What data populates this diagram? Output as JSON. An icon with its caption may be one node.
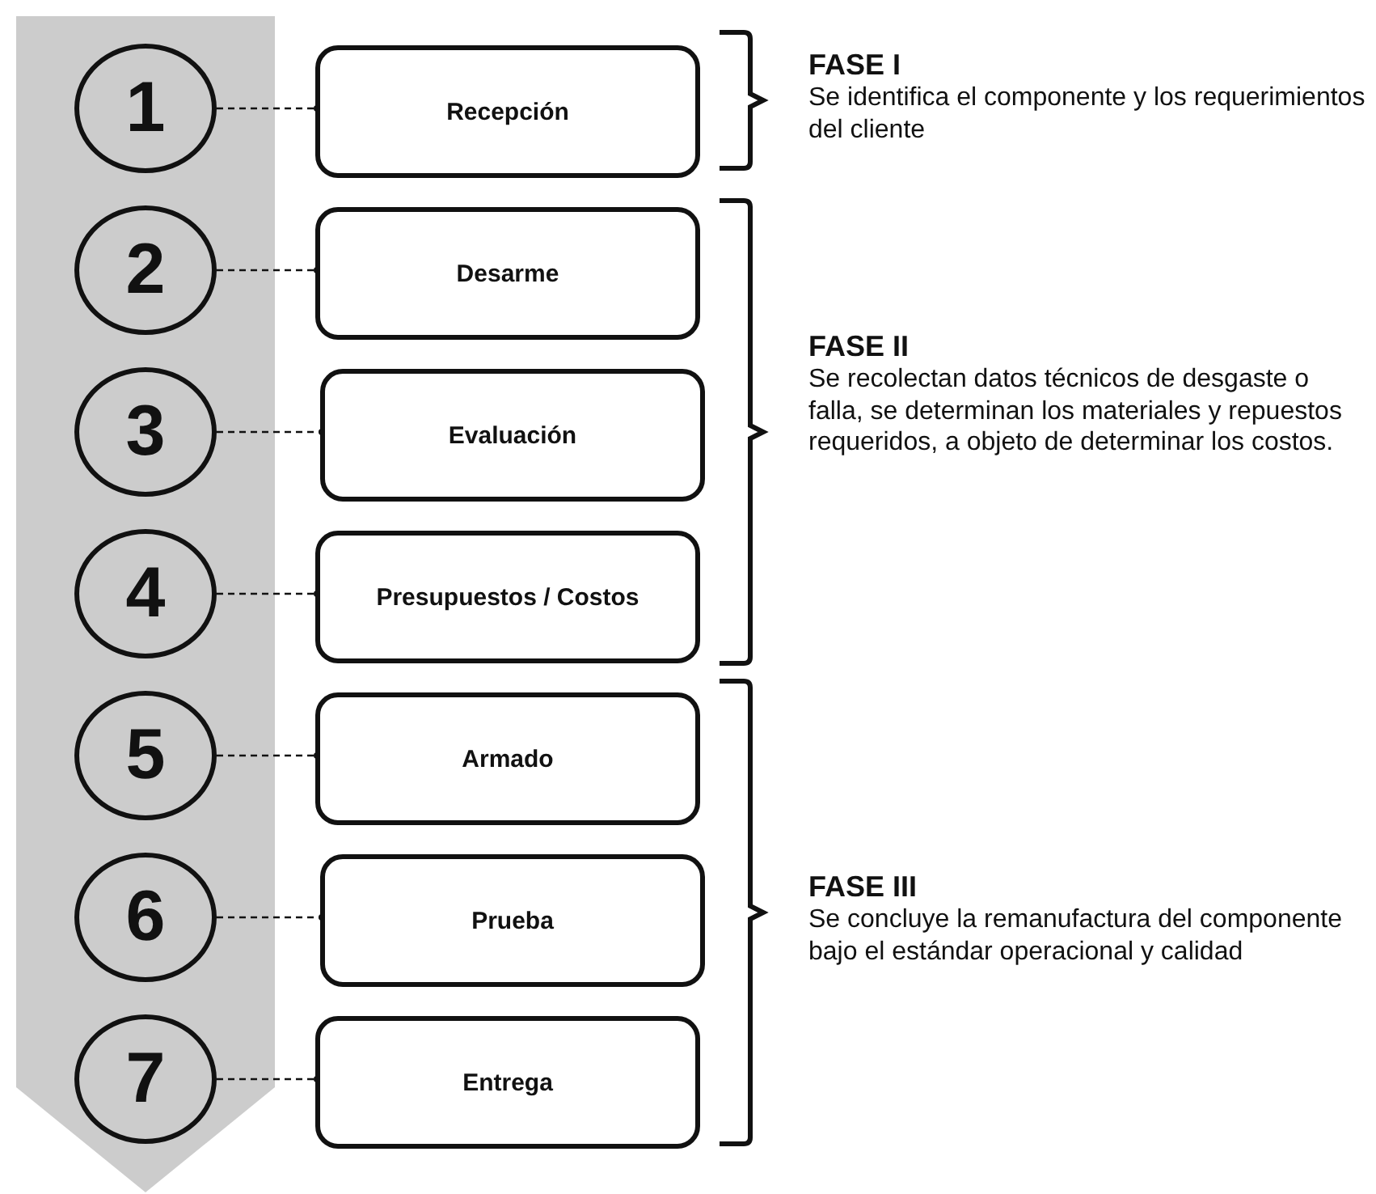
{
  "diagram": {
    "nodes": [
      {
        "text": [
          "1"
        ]
      },
      {
        "text": [
          "2"
        ]
      },
      {
        "text": [
          "3"
        ]
      },
      {
        "text": [
          "4"
        ]
      },
      {
        "text": [
          "5"
        ]
      },
      {
        "text": [
          "6"
        ]
      },
      {
        "text": [
          "7"
        ]
      },
      {
        "text": [
          "Recepción"
        ]
      },
      {
        "text": [
          "Desarme"
        ]
      },
      {
        "text": [
          "Evaluación"
        ]
      },
      {
        "text": [
          "Presupuestos / Costos"
        ]
      },
      {
        "text": [
          "Armado"
        ]
      },
      {
        "text": [
          "Prueba"
        ]
      },
      {
        "text": [
          "Entrega"
        ]
      }
    ],
    "edges": [
      {
        "from": 0,
        "to": 7,
        "arrow": "other",
        "style": "dashed"
      },
      {
        "from": 1,
        "to": 8,
        "arrow": "other",
        "style": "dashed"
      },
      {
        "from": 2,
        "to": 9,
        "arrow": "other",
        "style": "dashed"
      },
      {
        "from": 3,
        "to": 10,
        "arrow": "other",
        "style": "dashed"
      },
      {
        "from": 4,
        "to": 11,
        "arrow": "other",
        "style": "dashed"
      },
      {
        "from": 5,
        "to": 12,
        "arrow": "other",
        "style": "dashed"
      },
      {
        "from": 6,
        "to": 13,
        "arrow": "other",
        "style": "dashed"
      }
    ],
    "labels": [
      "FASE I",
      "Se identifica el componente y los requerimientos del cliente",
      "FASE II",
      "Se recolectan datos técnicos de desgaste o falla, se determinan los materiales y repuestos requeridos, a objeto de determinar los costos.",
      "FASE III",
      "Se concluye la remanufactura del componente bajo el estándar operacional y calidad"
    ]
  }
}
